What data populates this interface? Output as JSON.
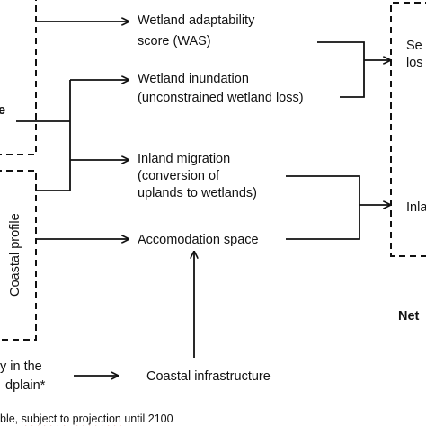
{
  "nodes": {
    "was_line1": "Wetland adaptability",
    "was_line2": "score (WAS)",
    "inund_line1": "Wetland inundation",
    "inund_line2": "(unconstrained wetland loss)",
    "migr_line1": "Inland migration",
    "migr_line2": "(conversion of",
    "migr_line3": "uplands to wetlands)",
    "accom": "Accomodation space",
    "infra": "Coastal infrastructure"
  },
  "left_column": {
    "top_fragment": "e",
    "coastal_profile": "Coastal profile",
    "bottom_fragment_1": "y in the",
    "bottom_fragment_2": "dplain*"
  },
  "right_column": {
    "top_fragment_1": "Se",
    "top_fragment_2": "los",
    "mid_fragment": "Inla",
    "net_fragment": "Net"
  },
  "footnote": {
    "part1": "ble,",
    "part2": "subject",
    "part3": "to",
    "part4": "projection",
    "part5": "until 2100"
  },
  "colors": {
    "line": "#111111",
    "spellcheck_underline": "#e04a4a"
  }
}
